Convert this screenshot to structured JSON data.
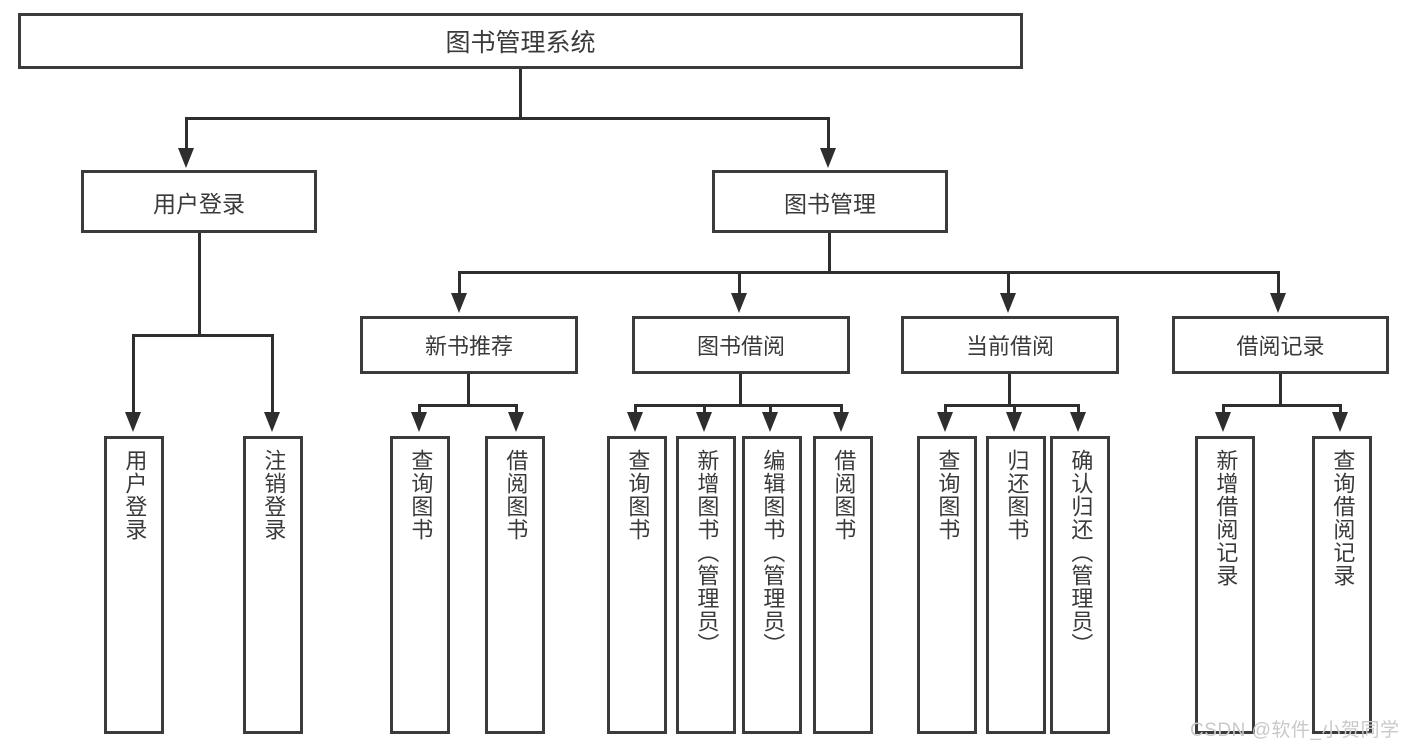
{
  "diagram": {
    "title": "图书管理系统",
    "type": "tree",
    "root": {
      "label": "图书管理系统"
    },
    "level2": [
      {
        "label": "用户登录"
      },
      {
        "label": "图书管理"
      }
    ],
    "level3": [
      {
        "label": "新书推荐"
      },
      {
        "label": "图书借阅"
      },
      {
        "label": "当前借阅"
      },
      {
        "label": "借阅记录"
      }
    ],
    "leaves": {
      "user_login": [
        {
          "label": "用户登录"
        },
        {
          "label": "注销登录"
        }
      ],
      "new_book_recommend": [
        {
          "label": "查询图书"
        },
        {
          "label": "借阅图书"
        }
      ],
      "book_borrow": [
        {
          "label": "查询图书"
        },
        {
          "label": "新增图书（管理员）"
        },
        {
          "label": "编辑图书（管理员）"
        },
        {
          "label": "借阅图书"
        }
      ],
      "current_borrow": [
        {
          "label": "查询图书"
        },
        {
          "label": "归还图书"
        },
        {
          "label": "确认归还（管理员）"
        }
      ],
      "borrow_record": [
        {
          "label": "新增借阅记录"
        },
        {
          "label": "查询借阅记录"
        }
      ]
    }
  },
  "watermark": {
    "text": "CSDN @软件_小贺同学",
    "color": "#c9c9c9"
  },
  "colors": {
    "box_border": "#3b3b3b",
    "connector": "#2e2e2e",
    "text": "#3a3a3a",
    "background": "#ffffff"
  }
}
